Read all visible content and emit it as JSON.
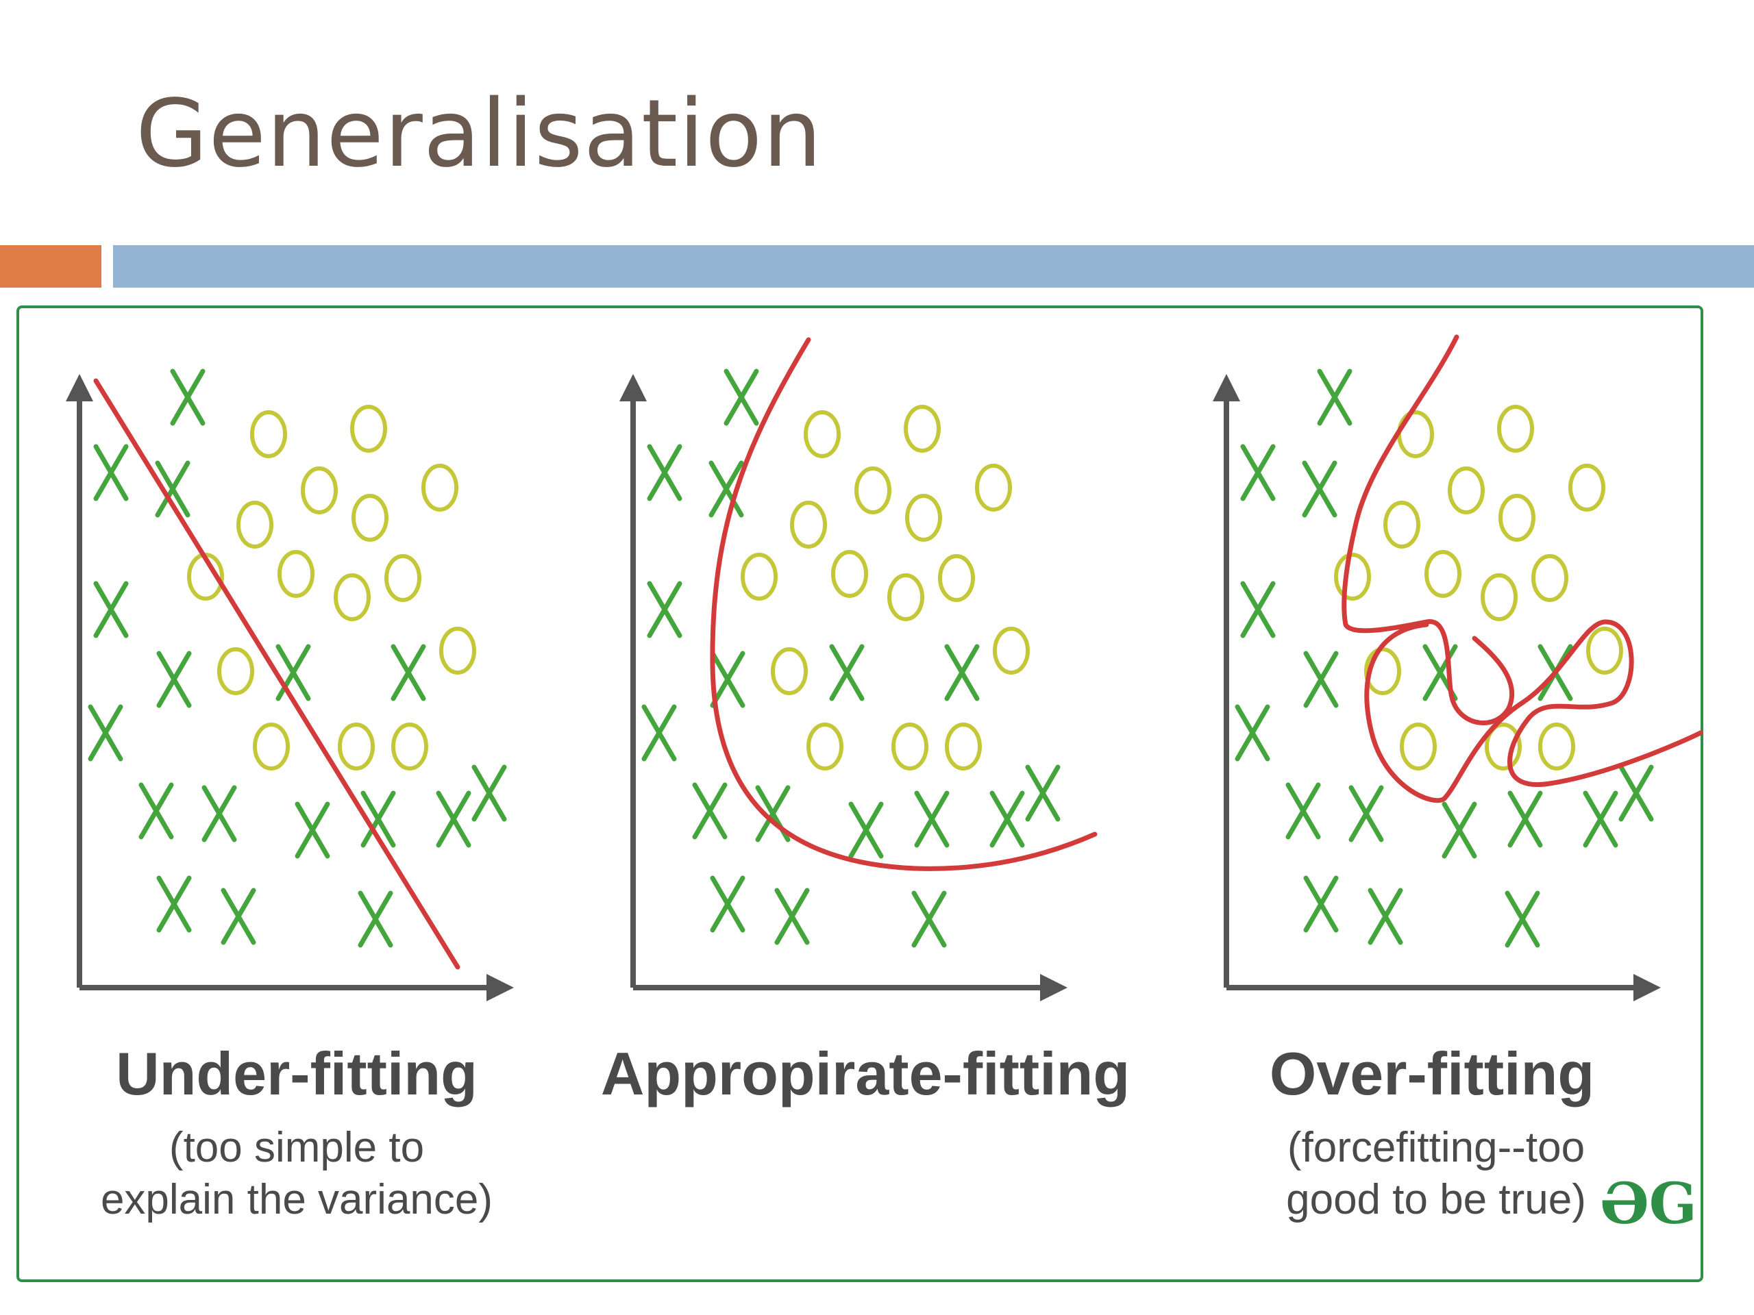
{
  "slide": {
    "title": "Generalisation"
  },
  "colors": {
    "title": "#6b5a4f",
    "accent_orange": "#df7c45",
    "accent_blue": "#93b4d3",
    "frame_green": "#2f8f46",
    "cross_green": "#43a53b",
    "circle_yellow": "#c4c838",
    "curve_red": "#d33b3b",
    "axis_gray": "#555555"
  },
  "legend_marks": {
    "cross": "X",
    "circle": "O"
  },
  "panels": [
    {
      "id": "under",
      "label": "Under-fitting",
      "note_lines": [
        "(too simple to",
        "explain the variance)"
      ]
    },
    {
      "id": "appropriate",
      "label": "Appropirate-fitting",
      "note_lines": []
    },
    {
      "id": "over",
      "label": "Over-fitting",
      "note_lines": [
        "(forcefitting--too",
        "good to be true)"
      ]
    }
  ],
  "brand": {
    "mark": "ƏG",
    "icon": "geeksforgeeks-logo-icon"
  }
}
